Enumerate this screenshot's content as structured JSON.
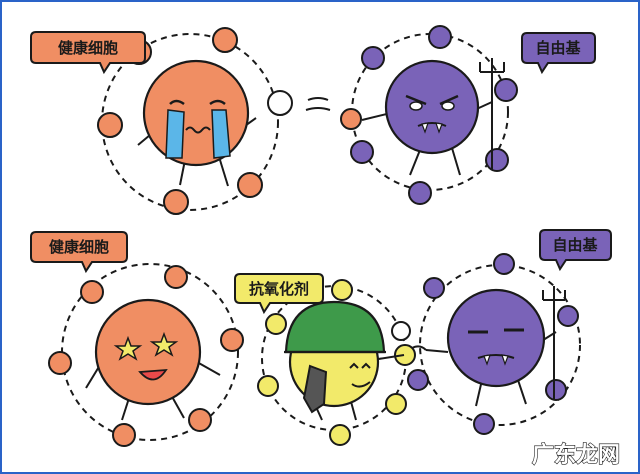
{
  "panels": {
    "top": {
      "healthy_label": "健康细胞",
      "radical_label": "自由基"
    },
    "bottom": {
      "healthy_label": "健康细胞",
      "antioxidant_label": "抗氧化剂",
      "radical_label": "自由基"
    }
  },
  "watermark": "广东龙网",
  "colors": {
    "healthy": "#f08e63",
    "radical": "#7a63b8",
    "antioxidant": "#f2ea6a",
    "helmet": "#3e9a4a",
    "tears": "#5bb6e8",
    "border": "#2a63c8"
  }
}
